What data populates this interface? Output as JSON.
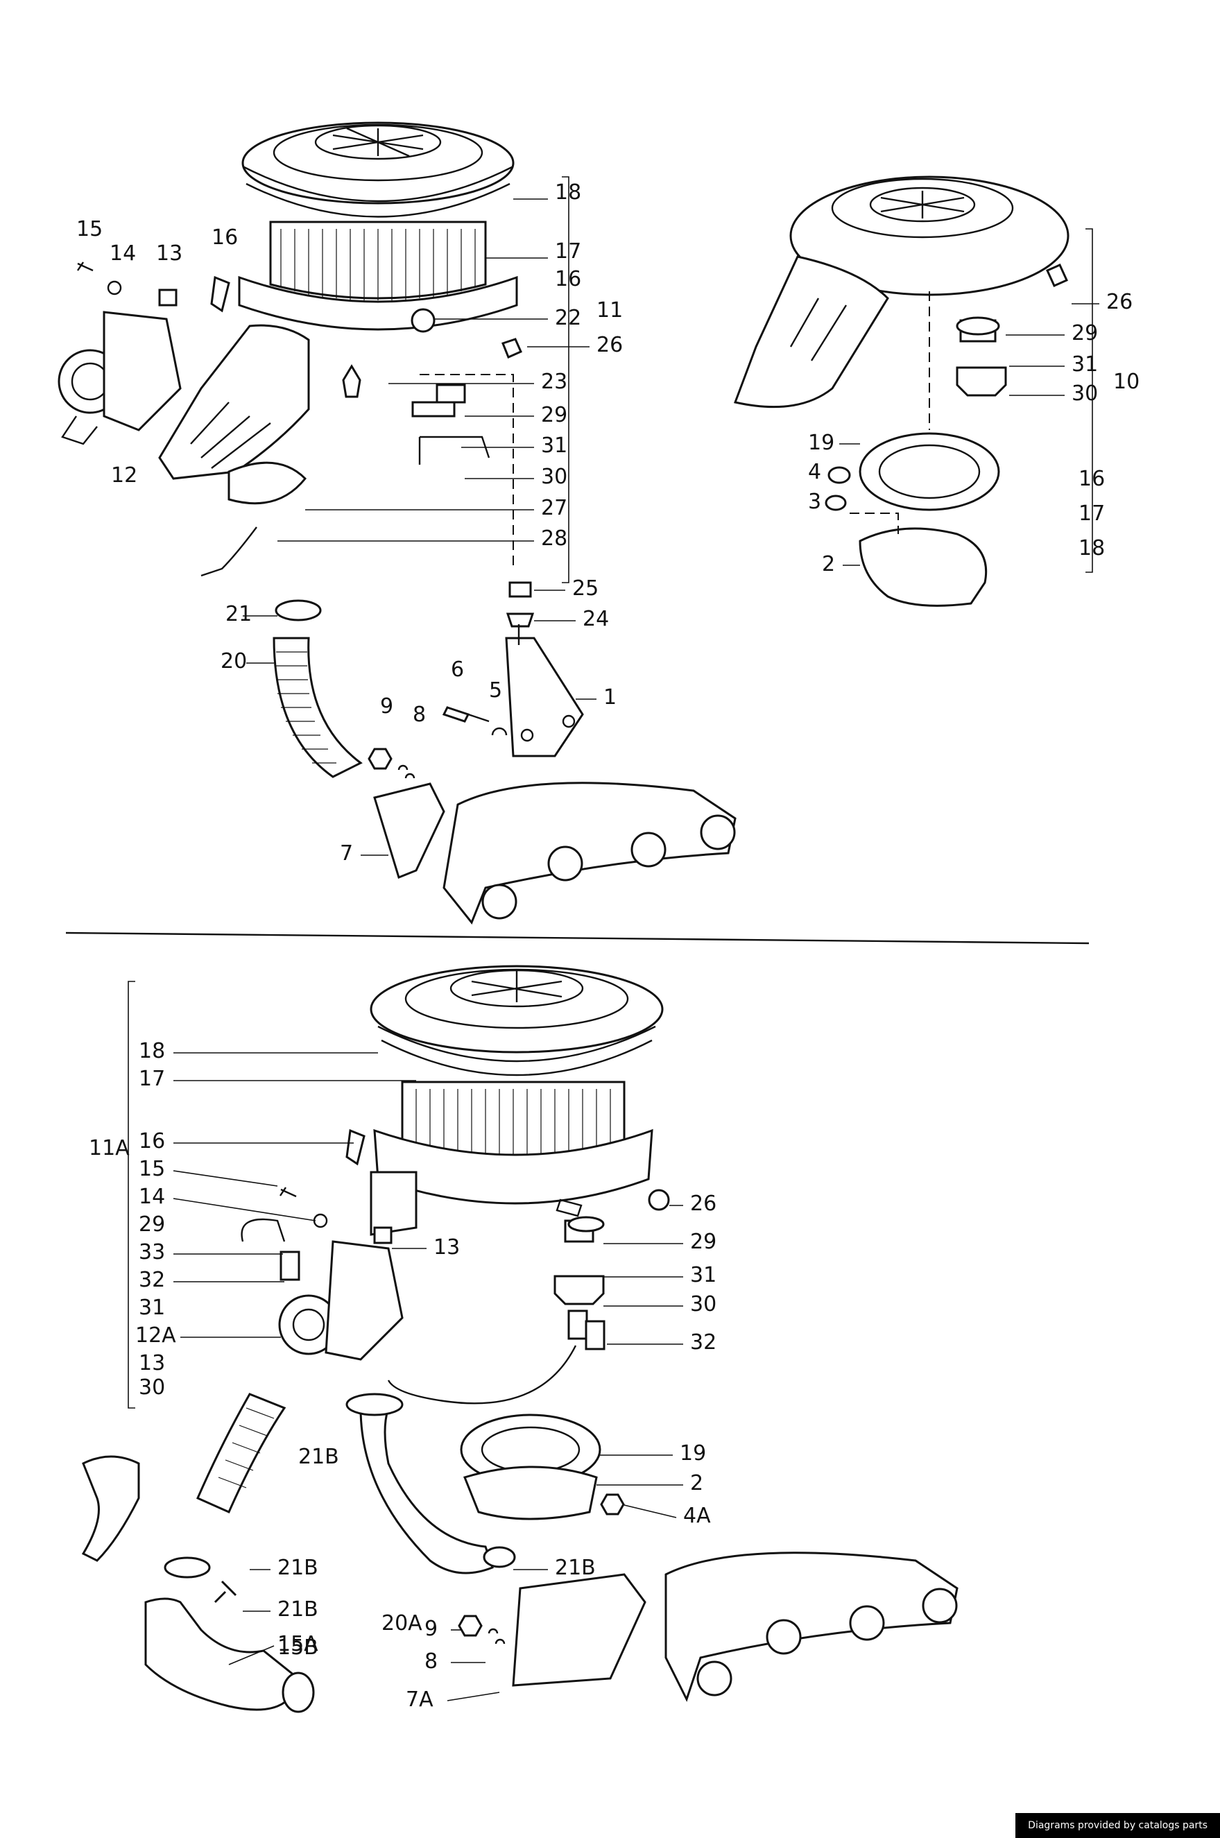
{
  "credit": "Diagrams provided by catalogs parts",
  "callouts_top": [
    "18",
    "17",
    "16",
    "22",
    "11",
    "26",
    "23",
    "29",
    "31",
    "30",
    "27",
    "28",
    "25",
    "24",
    "1",
    "15",
    "14",
    "13",
    "16",
    "12",
    "21",
    "20",
    "6",
    "5",
    "9",
    "8",
    "7"
  ],
  "callouts_right": [
    "26",
    "29",
    "31",
    "30",
    "10",
    "19",
    "4",
    "3",
    "16",
    "17",
    "18",
    "2"
  ],
  "callouts_bottom": [
    "18",
    "17",
    "11A",
    "16",
    "15",
    "14",
    "29",
    "33",
    "32",
    "31",
    "12A",
    "13",
    "30",
    "13",
    "26",
    "29",
    "31",
    "30",
    "32",
    "21B",
    "21B",
    "19",
    "2",
    "4A",
    "21B",
    "20A",
    "21B",
    "15B",
    "15A",
    "9",
    "8",
    "7A"
  ]
}
